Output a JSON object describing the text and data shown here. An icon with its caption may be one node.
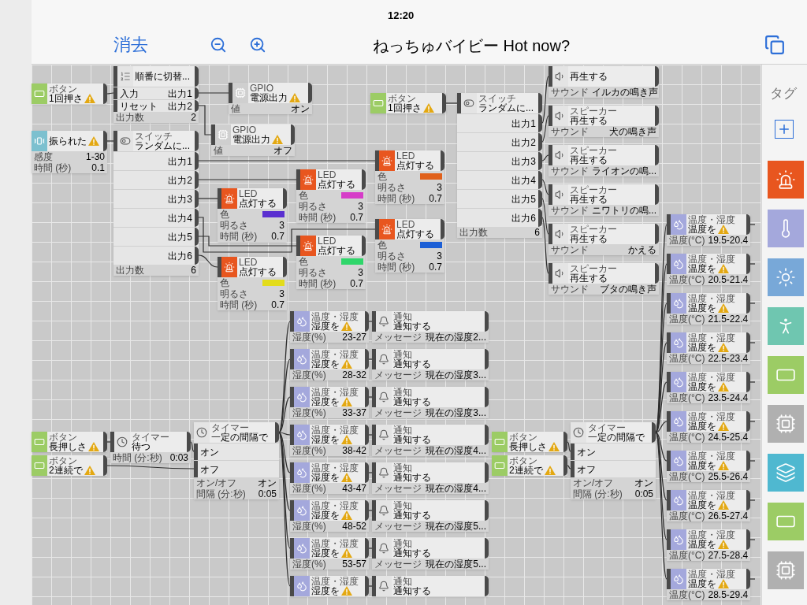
{
  "diagram": {
    "title": "ねっちゅバイビー Hot now?",
    "nodes": [
      {
        "text": [
          "ボタン",
          "1回押さ"
        ]
      },
      {
        "text": [
          "順番に切替...",
          "入力",
          "出力1",
          "リセット",
          "出力2",
          "出力数",
          "2"
        ]
      },
      {
        "text": [
          "振られた",
          "感度",
          "1-30",
          "時間 (秒)",
          "0.1"
        ]
      },
      {
        "text": [
          "スイッチ",
          "ランダムに...",
          "出力1",
          "出力2",
          "出力3",
          "出力4",
          "出力5",
          "出力6",
          "出力数",
          "6"
        ]
      },
      {
        "text": [
          "GPIO",
          "電源出力",
          "値",
          "オン"
        ]
      },
      {
        "text": [
          "GPIO",
          "電源出力",
          "値",
          "オフ"
        ]
      },
      {
        "text": [
          "LED",
          "点灯する",
          "色",
          "明るさ",
          "3",
          "時間 (秒)",
          "0.7"
        ]
      },
      {
        "text": [
          "LED",
          "点灯する",
          "色",
          "明るさ",
          "3",
          "時間 (秒)",
          "0.7"
        ]
      },
      {
        "text": [
          "LED",
          "点灯する",
          "色",
          "明るさ",
          "3",
          "時間 (秒)",
          "0.7"
        ]
      },
      {
        "text": [
          "LED",
          "点灯する",
          "色",
          "明るさ",
          "3",
          "時間 (秒)",
          "0.7"
        ]
      },
      {
        "text": [
          "LED",
          "点灯する",
          "色",
          "明るさ",
          "3",
          "時間 (秒)",
          "0.7"
        ]
      },
      {
        "text": [
          "LED",
          "点灯する",
          "色",
          "明るさ",
          "3",
          "時間 (秒)",
          "0.7"
        ]
      },
      {
        "text": [
          "ボタン",
          "1回押さ"
        ]
      },
      {
        "text": [
          "スイッチ",
          "ランダムに...",
          "出力1",
          "出力2",
          "出力3",
          "出力4",
          "出力5",
          "出力6",
          "出力数",
          "6"
        ]
      },
      {
        "text": [
          "再生する",
          "サウンド",
          "イルカの鳴き声"
        ]
      },
      {
        "text": [
          "スピーカー",
          "再生する",
          "サウンド",
          "犬の鳴き声"
        ]
      },
      {
        "text": [
          "スピーカー",
          "再生する",
          "サウンド",
          "ライオンの鳴..."
        ]
      },
      {
        "text": [
          "スピーカー",
          "再生する",
          "サウンド",
          "ニワトリの鳴..."
        ]
      },
      {
        "text": [
          "スピーカー",
          "再生する",
          "サウンド",
          "かえる"
        ]
      },
      {
        "text": [
          "スピーカー",
          "再生する",
          "サウンド",
          "ブタの鳴き声"
        ]
      },
      {
        "text": [
          "ボタン",
          "長押しさ"
        ]
      },
      {
        "text": [
          "ボタン",
          "2連続で"
        ]
      },
      {
        "text": [
          "タイマー",
          "待つ",
          "時間 (分:秒)",
          "0:03"
        ]
      },
      {
        "text": [
          "タイマー",
          "一定の間隔で",
          "オン",
          "オフ",
          "オン/オフ",
          "オン",
          "間隔 (分:秒)",
          "0:05"
        ]
      },
      {
        "text": [
          "温度・湿度",
          "湿度を",
          "湿度(%)",
          "23-27"
        ]
      },
      {
        "text": [
          "通知",
          "通知する",
          "メッセージ",
          "現在の湿度2..."
        ]
      },
      {
        "text": [
          "温度・湿度",
          "湿度を",
          "湿度(%)",
          "28-32"
        ]
      },
      {
        "text": [
          "通知",
          "通知する",
          "メッセージ",
          "現在の湿度3..."
        ]
      },
      {
        "text": [
          "温度・湿度",
          "湿度を",
          "湿度(%)",
          "33-37"
        ]
      },
      {
        "text": [
          "通知",
          "通知する",
          "メッセージ",
          "現在の湿度3..."
        ]
      },
      {
        "text": [
          "温度・湿度",
          "湿度を",
          "湿度(%)",
          "38-42"
        ]
      },
      {
        "text": [
          "通知",
          "通知する",
          "メッセージ",
          "現在の湿度4..."
        ]
      },
      {
        "text": [
          "温度・湿度",
          "湿度を",
          "湿度(%)",
          "43-47"
        ]
      },
      {
        "text": [
          "通知",
          "通知する",
          "メッセージ",
          "現在の湿度4..."
        ]
      },
      {
        "text": [
          "温度・湿度",
          "湿度を",
          "湿度(%)",
          "48-52"
        ]
      },
      {
        "text": [
          "通知",
          "通知する",
          "メッセージ",
          "現在の湿度5..."
        ]
      },
      {
        "text": [
          "温度・湿度",
          "湿度を",
          "湿度(%)",
          "53-57"
        ]
      },
      {
        "text": [
          "通知",
          "通知する",
          "メッセージ",
          "現在の湿度5..."
        ]
      },
      {
        "text": [
          "温度・湿度",
          "湿度を"
        ]
      },
      {
        "text": [
          "通知",
          "通知する"
        ]
      },
      {
        "text": [
          "ボタン",
          "長押しさ"
        ]
      },
      {
        "text": [
          "ボタン",
          "2連続で"
        ]
      },
      {
        "text": [
          "タイマー",
          "一定の間隔で",
          "オン",
          "オフ",
          "オン/オフ",
          "オン",
          "間隔 (分:秒)",
          "0:05"
        ]
      },
      {
        "text": [
          "温度・湿度",
          "温度を",
          "温度(°C)",
          "19.5-20.4"
        ]
      },
      {
        "text": [
          "温度・湿度",
          "温度を",
          "温度(°C)",
          "20.5-21.4"
        ]
      },
      {
        "text": [
          "温度・湿度",
          "温度を",
          "温度(°C)",
          "21.5-22.4"
        ]
      },
      {
        "text": [
          "温度・湿度",
          "温度を",
          "温度(°C)",
          "22.5-23.4"
        ]
      },
      {
        "text": [
          "温度・湿度",
          "温度を",
          "温度(°C)",
          "23.5-24.4"
        ]
      },
      {
        "text": [
          "温度・湿度",
          "温度を",
          "温度(°C)",
          "24.5-25.4"
        ]
      },
      {
        "text": [
          "温度・湿度",
          "温度を",
          "温度(°C)",
          "25.5-26.4"
        ]
      },
      {
        "text": [
          "温度・湿度",
          "温度を",
          "温度(°C)",
          "26.5-27.4"
        ]
      },
      {
        "text": [
          "温度・湿度",
          "温度を",
          "温度(°C)",
          "27.5-28.4"
        ]
      },
      {
        "text": [
          "温度・湿度",
          "温度を",
          "温度(°C)",
          "28.5-29.4"
        ]
      }
    ],
    "edges": [
      {
        "from": 0,
        "to": 1,
        "arrow": "none"
      },
      {
        "from": 1,
        "to": 4,
        "arrow": "none"
      },
      {
        "from": 1,
        "to": 5,
        "arrow": "none"
      },
      {
        "from": 2,
        "to": 3,
        "arrow": "none"
      },
      {
        "from": 3,
        "to": 6,
        "arrow": "none"
      },
      {
        "from": 3,
        "to": 7,
        "arrow": "none"
      },
      {
        "from": 3,
        "to": 8,
        "arrow": "none"
      },
      {
        "from": 3,
        "to": 9,
        "arrow": "none"
      },
      {
        "from": 3,
        "to": 10,
        "arrow": "none"
      },
      {
        "from": 3,
        "to": 11,
        "arrow": "none"
      },
      {
        "from": 12,
        "to": 13,
        "arrow": "none"
      },
      {
        "from": 13,
        "to": 14,
        "arrow": "none"
      },
      {
        "from": 13,
        "to": 15,
        "arrow": "none"
      },
      {
        "from": 13,
        "to": 16,
        "arrow": "none"
      },
      {
        "from": 13,
        "to": 17,
        "arrow": "none"
      },
      {
        "from": 13,
        "to": 18,
        "arrow": "none"
      },
      {
        "from": 13,
        "to": 19,
        "arrow": "none"
      },
      {
        "from": 20,
        "to": 22,
        "arrow": "none"
      },
      {
        "from": 22,
        "to": 23,
        "arrow": "none"
      },
      {
        "from": 21,
        "to": 23,
        "arrow": "none"
      },
      {
        "from": 23,
        "to": 24,
        "arrow": "none"
      },
      {
        "from": 23,
        "to": 26,
        "arrow": "none"
      },
      {
        "from": 23,
        "to": 28,
        "arrow": "none"
      },
      {
        "from": 23,
        "to": 30,
        "arrow": "none"
      },
      {
        "from": 23,
        "to": 32,
        "arrow": "none"
      },
      {
        "from": 23,
        "to": 34,
        "arrow": "none"
      },
      {
        "from": 23,
        "to": 36,
        "arrow": "none"
      },
      {
        "from": 23,
        "to": 38,
        "arrow": "none"
      },
      {
        "from": 24,
        "to": 25,
        "arrow": "none"
      },
      {
        "from": 26,
        "to": 27,
        "arrow": "none"
      },
      {
        "from": 28,
        "to": 29,
        "arrow": "none"
      },
      {
        "from": 30,
        "to": 31,
        "arrow": "none"
      },
      {
        "from": 32,
        "to": 33,
        "arrow": "none"
      },
      {
        "from": 34,
        "to": 35,
        "arrow": "none"
      },
      {
        "from": 36,
        "to": 37,
        "arrow": "none"
      },
      {
        "from": 38,
        "to": 39,
        "arrow": "none"
      },
      {
        "from": 40,
        "to": 42,
        "arrow": "none"
      },
      {
        "from": 41,
        "to": 42,
        "arrow": "none"
      },
      {
        "from": 42,
        "to": 43,
        "arrow": "none"
      },
      {
        "from": 42,
        "to": 44,
        "arrow": "none"
      },
      {
        "from": 42,
        "to": 45,
        "arrow": "none"
      },
      {
        "from": 42,
        "to": 46,
        "arrow": "none"
      },
      {
        "from": 42,
        "to": 47,
        "arrow": "none"
      },
      {
        "from": 42,
        "to": 48,
        "arrow": "none"
      },
      {
        "from": 42,
        "to": 49,
        "arrow": "none"
      },
      {
        "from": 42,
        "to": 50,
        "arrow": "none"
      },
      {
        "from": 42,
        "to": 51,
        "arrow": "none"
      },
      {
        "from": 42,
        "to": 52,
        "arrow": "none"
      },
      {
        "from": 43,
        "to": null,
        "arrow": "none"
      },
      {
        "from": 44,
        "to": null,
        "arrow": "none"
      },
      {
        "from": 45,
        "to": null,
        "arrow": "none"
      },
      {
        "from": 46,
        "to": null,
        "arrow": "none"
      },
      {
        "from": 47,
        "to": null,
        "arrow": "none"
      },
      {
        "from": 48,
        "to": null,
        "arrow": "none"
      },
      {
        "from": 49,
        "to": null,
        "arrow": "none"
      },
      {
        "from": 50,
        "to": null,
        "arrow": "none"
      },
      {
        "from": 51,
        "to": null,
        "arrow": "none"
      },
      {
        "from": 52,
        "to": null,
        "arrow": "none"
      }
    ],
    "labels": [
      "12:20",
      "消去",
      "タグ"
    ]
  }
}
